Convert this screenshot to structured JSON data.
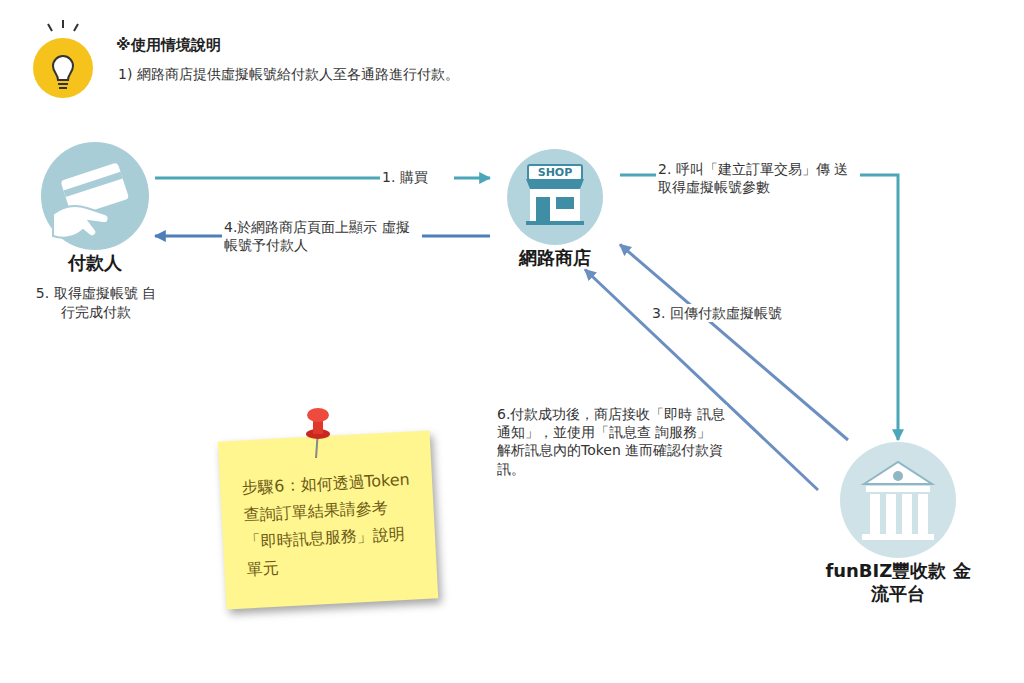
{
  "diagram": {
    "title": "※使用情境說明",
    "nodes": [
      {
        "text": [
          "付款人"
        ]
      },
      {
        "text": [
          "網路商店"
        ]
      },
      {
        "text": [
          "funBIZ豐收款 金流平台"
        ]
      },
      {
        "text": [
          "步驟6：如何透過Token查詢訂單結果請參考「即時訊息服務」說明單元"
        ]
      }
    ],
    "edges": [
      {
        "from": 0,
        "to": 1,
        "arrow": "to",
        "label": "1. 購買"
      },
      {
        "from": 1,
        "to": 0,
        "arrow": "to",
        "label": "4.於網路商店頁面上顯示 虛擬帳號予付款人"
      },
      {
        "from": 1,
        "to": 2,
        "arrow": "to",
        "label": "2. 呼叫「建立訂單交易」傳 送取得虛擬帳號參數"
      },
      {
        "from": 2,
        "to": 1,
        "arrow": "to",
        "label": "3. 回傳付款虛擬帳號"
      },
      {
        "from": 2,
        "to": 1,
        "arrow": "to",
        "label": "6.付款成功後，商店接收「即時 訊息通知」，並使用「訊息查 詢服務」解析訊息內的Token 進而確認付款資訊。"
      }
    ],
    "labels": [
      "1) 網路商店提供虛擬帳號給付款人至各通路進行付款。",
      "5. 取得虛擬帳號 自行完成付款",
      "SHOP"
    ]
  }
}
